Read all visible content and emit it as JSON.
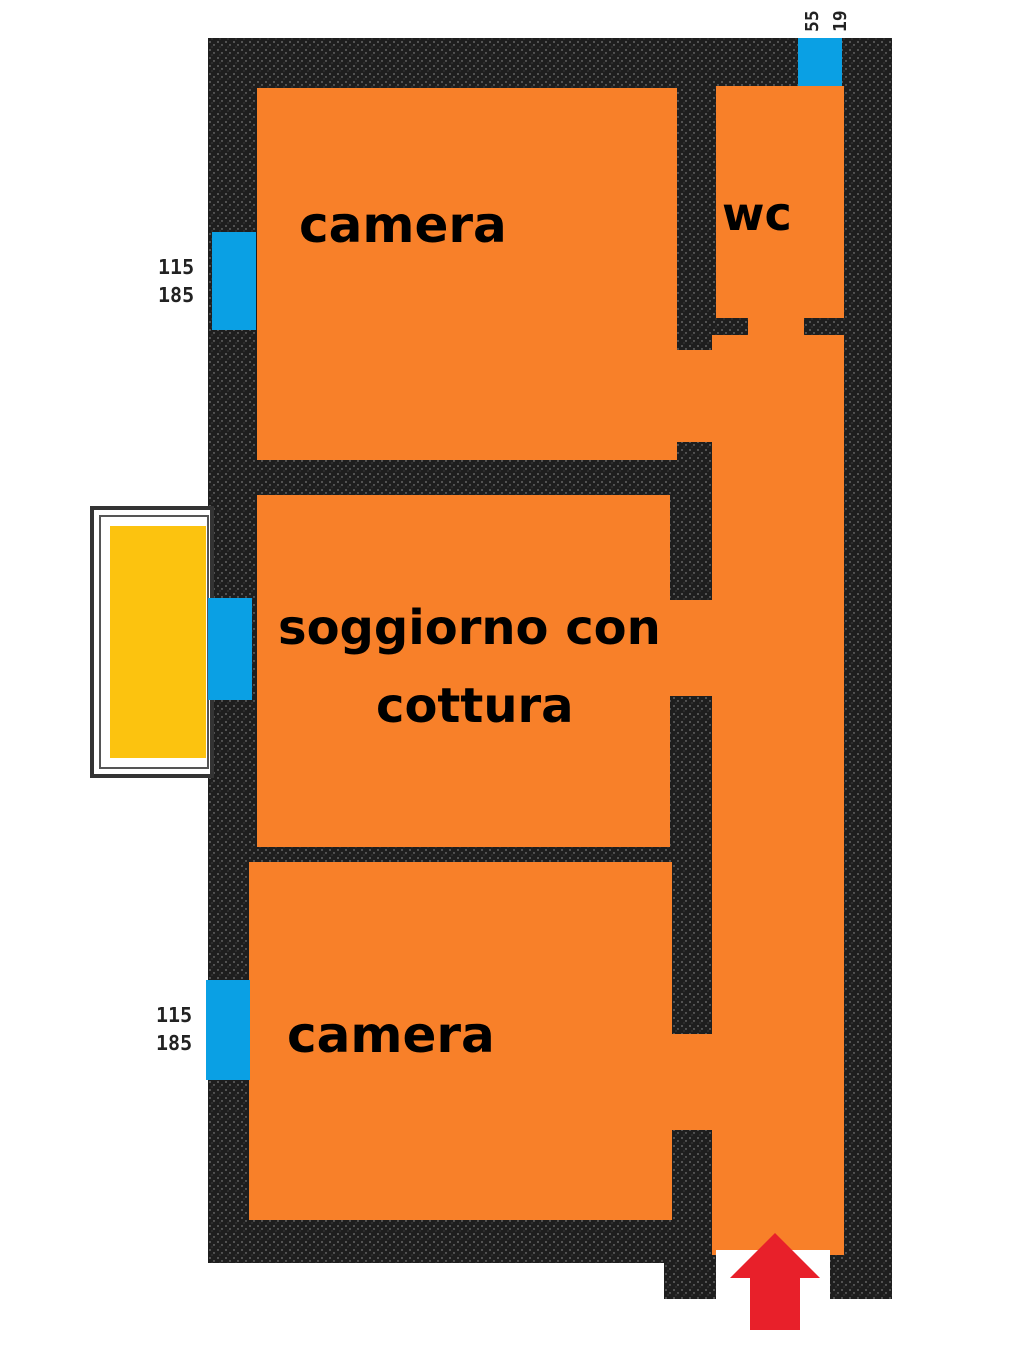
{
  "rooms": {
    "bedroom_top": "camera",
    "wc": "wc",
    "living_line1": "soggiorno con",
    "living_line2": "cottura",
    "bedroom_bottom": "camera"
  },
  "dimensions": {
    "window_top_left_a": "115",
    "window_top_left_b": "185",
    "window_bottom_left_a": "115",
    "window_bottom_left_b": "185",
    "window_top_right_a": "55",
    "window_top_right_b": "19"
  },
  "colors": {
    "room_fill": "#f88029",
    "wall": "#1a1a1a",
    "window": "#0aa0e4",
    "balcony": "#fcc30f",
    "entrance_arrow": "#e8202a",
    "background": "#ffffff"
  },
  "icons": {
    "entrance": "arrow-up-icon"
  }
}
